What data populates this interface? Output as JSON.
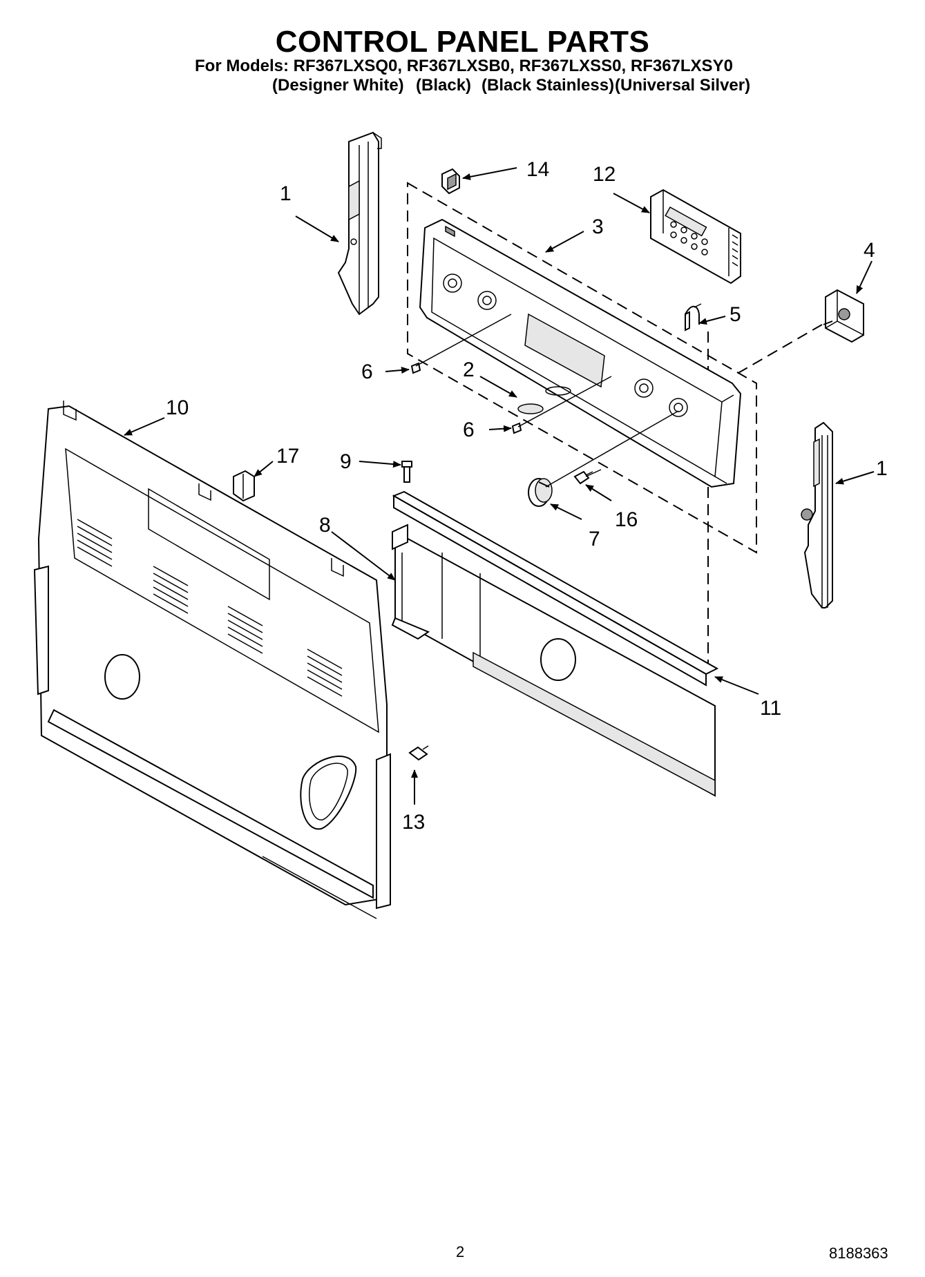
{
  "header": {
    "title": "CONTROL PANEL PARTS",
    "models_line": "For Models: RF367LXSQ0, RF367LXSB0, RF367LXSS0, RF367LXSY0",
    "colors": [
      "(Designer White)",
      "(Black)",
      "(Black Stainless)",
      "(Universal Silver)"
    ]
  },
  "callouts": {
    "c1a": "1",
    "c1b": "1",
    "c2": "2",
    "c3": "3",
    "c4": "4",
    "c5": "5",
    "c6a": "6",
    "c6b": "6",
    "c7": "7",
    "c8": "8",
    "c9": "9",
    "c10": "10",
    "c11": "11",
    "c12": "12",
    "c13": "13",
    "c14": "14",
    "c16": "16",
    "c17": "17"
  },
  "footer": {
    "page_number": "2",
    "document_number": "8188363"
  }
}
